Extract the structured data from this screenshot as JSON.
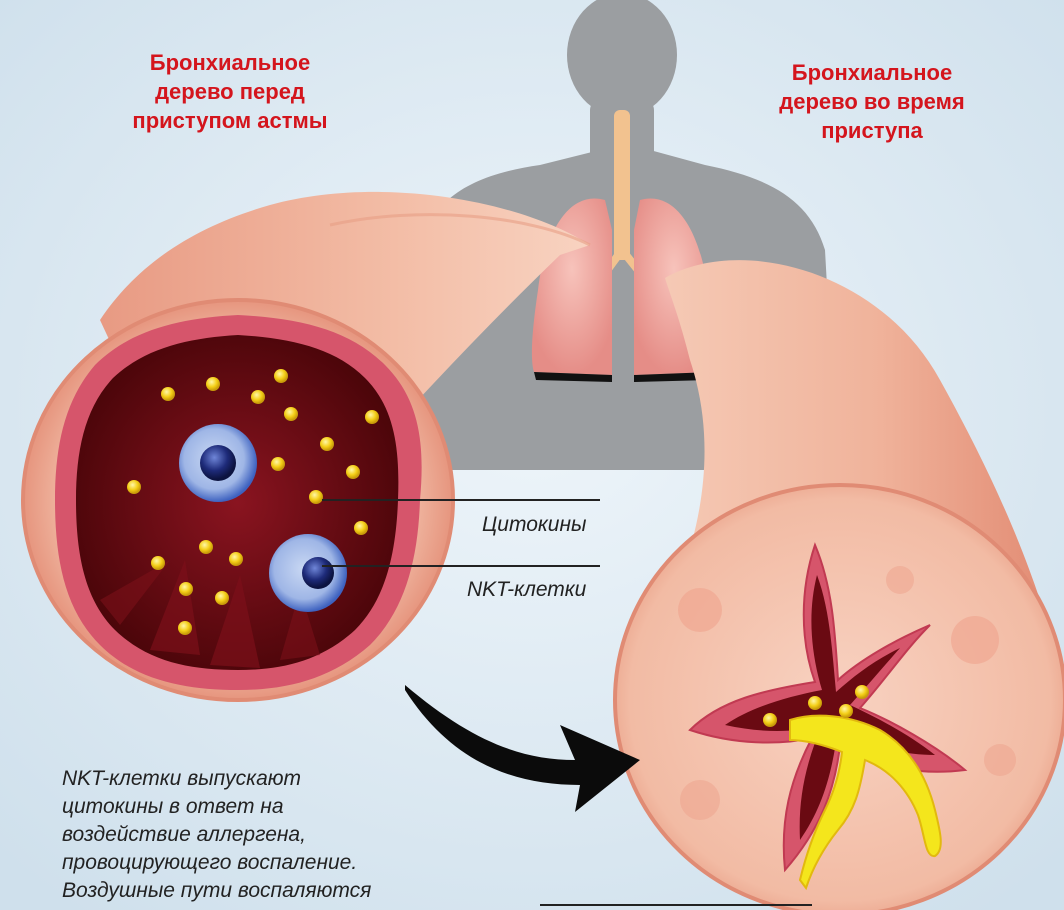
{
  "titles": {
    "before": "Бронхиальное\nдерево перед\nприступом астмы",
    "during": "Бронхиальное\nдерево во время\nприступа"
  },
  "labels": {
    "cytokines": "Цитокины",
    "nkt_cells": "NKT-клетки"
  },
  "description": "NKT-клетки выпускают\nцитокины в ответ на\nвоздействие аллергена,\nпровоцирующего воспаление.\nВоздушные пути воспаляются",
  "colors": {
    "title_red": "#d4151d",
    "background_blue": "#dde9f1",
    "silhouette_grey": "#9b9ea1",
    "tube_pink": "#f0b49d",
    "lumen_dark_red": "#6a0a12",
    "cytokine_yellow": "#f4cf17",
    "nkt_cell_blue": "#5b7fd0",
    "mucus_yellow": "#f4e61c",
    "arrow_black": "#0b0b0b"
  }
}
